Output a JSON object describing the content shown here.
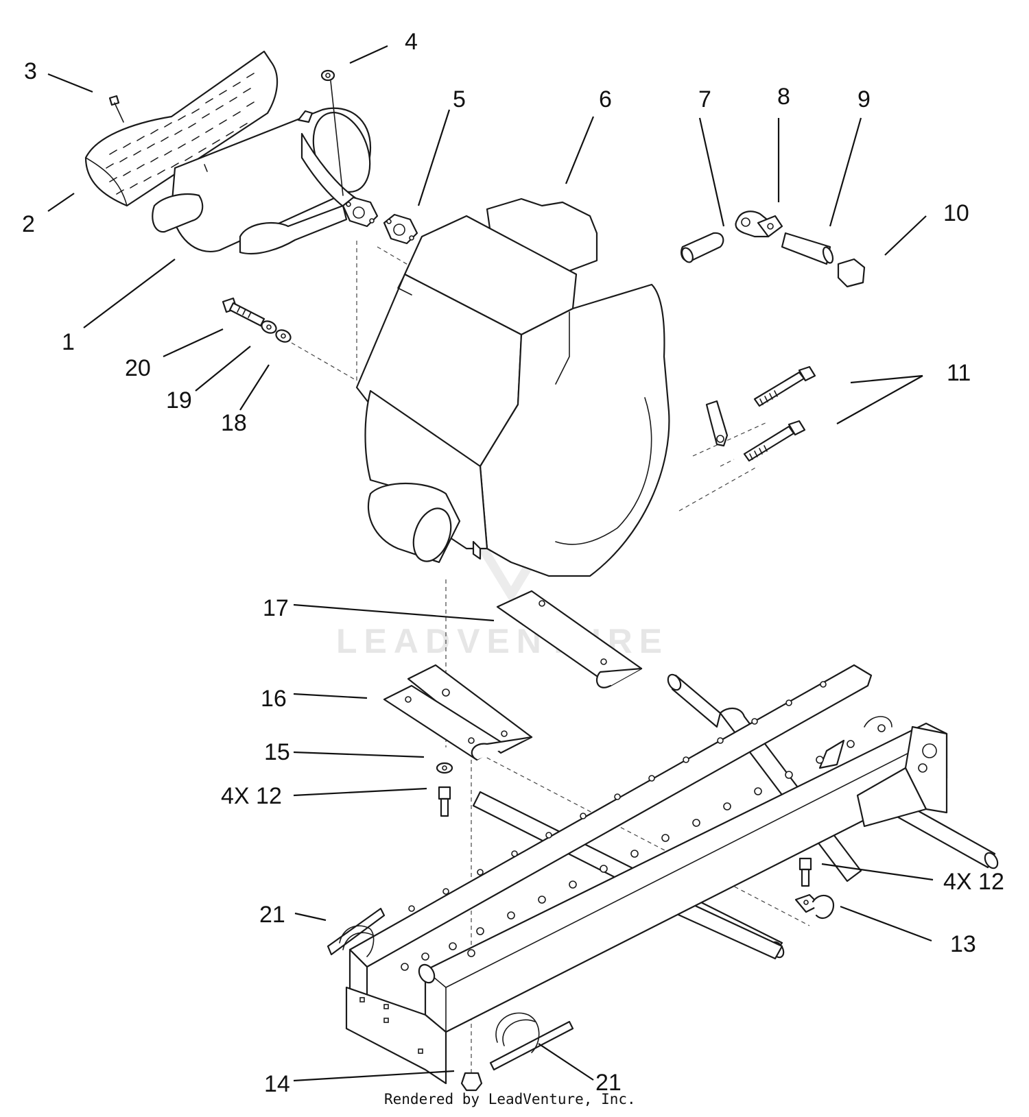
{
  "watermark": {
    "text": "LEADVENTURE",
    "logo_icon": "flame-v-logo-icon"
  },
  "footer": {
    "credit": "Rendered by LeadVenture, Inc."
  },
  "callouts": {
    "c1": "1",
    "c2": "2",
    "c3": "3",
    "c4": "4",
    "c5": "5",
    "c6": "6",
    "c7": "7",
    "c8": "8",
    "c9": "9",
    "c10": "10",
    "c11": "11",
    "c12a": "4X 12",
    "c12b": "4X 12",
    "c13": "13",
    "c14": "14",
    "c15": "15",
    "c16": "16",
    "c17": "17",
    "c18": "18",
    "c19": "19",
    "c20": "20",
    "c21a": "21",
    "c21b": "21"
  },
  "colors": {
    "line": "#1a1a1a",
    "background": "#ffffff",
    "watermark": "#e6e6e6"
  }
}
